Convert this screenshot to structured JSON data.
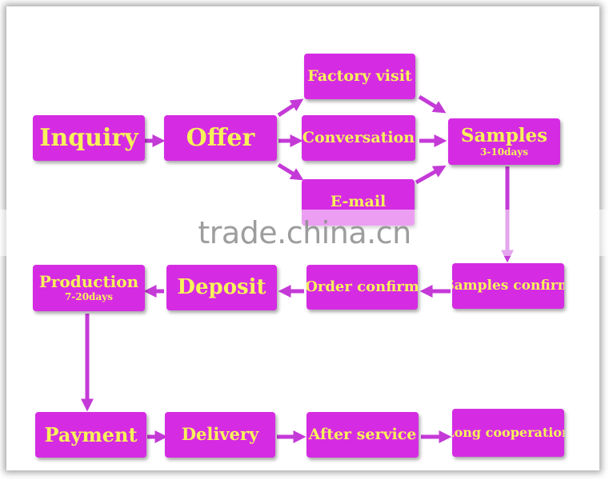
{
  "colors": {
    "box_fill": "#d52ce3",
    "box_text": "#f7f25a",
    "arrow": "#c43ad7",
    "watermark": "#8c8c8c"
  },
  "nodes": {
    "inquiry": {
      "label": "Inquiry"
    },
    "offer": {
      "label": "Offer"
    },
    "factory_visit": {
      "label": "Factory visit"
    },
    "conversation": {
      "label": "Conversation"
    },
    "email": {
      "label": "E-mail"
    },
    "samples": {
      "label": "Samples",
      "sub": "3-10days"
    },
    "samples_confirm": {
      "label": "Samples confirm"
    },
    "order_confirm": {
      "label": "Order confirm"
    },
    "deposit": {
      "label": "Deposit"
    },
    "production": {
      "label": "Production",
      "sub": "7-20days"
    },
    "payment": {
      "label": "Payment"
    },
    "delivery": {
      "label": "Delivery"
    },
    "after_service": {
      "label": "After service"
    },
    "long_cooperation": {
      "label": "Long cooperation"
    }
  },
  "watermark": "trade.china.cn"
}
